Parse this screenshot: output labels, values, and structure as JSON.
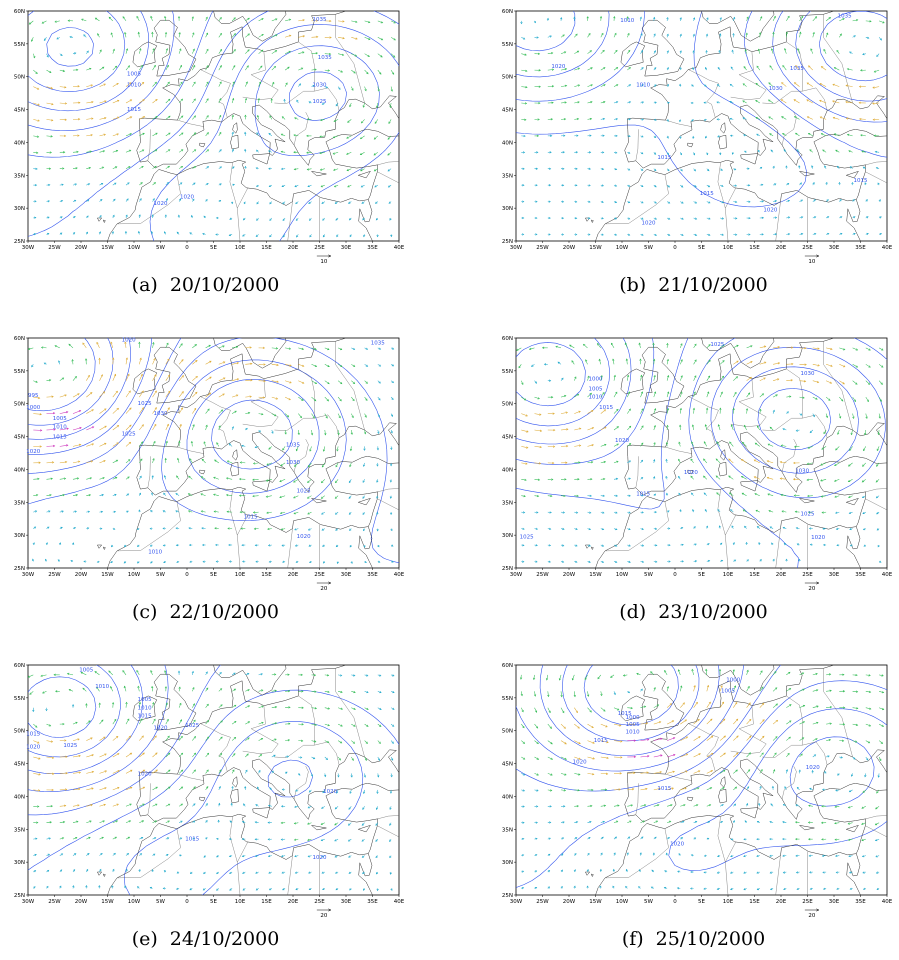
{
  "figure": {
    "panels": [
      {
        "letter": "(a)",
        "date": "20/10/2000",
        "ref_vector": "10",
        "isobars": [
          {
            "text": "1035"
          },
          {
            "text": "1005"
          },
          {
            "text": "1010"
          },
          {
            "text": "1015"
          },
          {
            "text": "1035"
          },
          {
            "text": "1030"
          },
          {
            "text": "1025"
          },
          {
            "text": "1020"
          },
          {
            "text": "1020"
          }
        ]
      },
      {
        "letter": "(b)",
        "date": "21/10/2000",
        "ref_vector": "10",
        "isobars": [
          {
            "text": "1035"
          },
          {
            "text": "1010"
          },
          {
            "text": "1020"
          },
          {
            "text": "1010"
          },
          {
            "text": "1035"
          },
          {
            "text": "1030"
          },
          {
            "text": "1015"
          },
          {
            "text": "1015"
          },
          {
            "text": "1020"
          },
          {
            "text": "1020"
          },
          {
            "text": "1015"
          }
        ]
      },
      {
        "letter": "(c)",
        "date": "22/10/2000",
        "ref_vector": "20",
        "isobars": [
          {
            "text": "1020"
          },
          {
            "text": "1035"
          },
          {
            "text": "995"
          },
          {
            "text": "1000"
          },
          {
            "text": "1005"
          },
          {
            "text": "1010"
          },
          {
            "text": "1015"
          },
          {
            "text": "1020"
          },
          {
            "text": "1025"
          },
          {
            "text": "1025"
          },
          {
            "text": "1030"
          },
          {
            "text": "1035"
          },
          {
            "text": "1030"
          },
          {
            "text": "1025"
          },
          {
            "text": "1015"
          },
          {
            "text": "1020"
          },
          {
            "text": "1010"
          }
        ]
      },
      {
        "letter": "(d)",
        "date": "23/10/2000",
        "ref_vector": "20",
        "isobars": [
          {
            "text": "1025"
          },
          {
            "text": "1000"
          },
          {
            "text": "1005"
          },
          {
            "text": "1010"
          },
          {
            "text": "1015"
          },
          {
            "text": "1020"
          },
          {
            "text": "1030"
          },
          {
            "text": "1020"
          },
          {
            "text": "1015"
          },
          {
            "text": "1030"
          },
          {
            "text": "1025"
          },
          {
            "text": "1020"
          },
          {
            "text": "1025"
          }
        ]
      },
      {
        "letter": "(e)",
        "date": "24/10/2000",
        "ref_vector": "20",
        "isobars": [
          {
            "text": "1005"
          },
          {
            "text": "1010"
          },
          {
            "text": "1005"
          },
          {
            "text": "1010"
          },
          {
            "text": "1015"
          },
          {
            "text": "1020"
          },
          {
            "text": "1015"
          },
          {
            "text": "1020"
          },
          {
            "text": "1025"
          },
          {
            "text": "1025"
          },
          {
            "text": "1020"
          },
          {
            "text": "1020"
          },
          {
            "text": "1015"
          },
          {
            "text": "1020"
          }
        ]
      },
      {
        "letter": "(f)",
        "date": "25/10/2000",
        "ref_vector": "20",
        "isobars": [
          {
            "text": "1000"
          },
          {
            "text": "1005"
          },
          {
            "text": "1015"
          },
          {
            "text": "1000"
          },
          {
            "text": "1005"
          },
          {
            "text": "1010"
          },
          {
            "text": "1015"
          },
          {
            "text": "1020"
          },
          {
            "text": "1015"
          },
          {
            "text": "1020"
          },
          {
            "text": "1020"
          },
          {
            "text": "1015"
          }
        ]
      }
    ],
    "x_ticks": [
      "30W",
      "25W",
      "20W",
      "15W",
      "10W",
      "5W",
      "0",
      "5E",
      "10E",
      "15E",
      "20E",
      "25E",
      "30E",
      "35E",
      "40E"
    ],
    "y_ticks": [
      "60N",
      "55N",
      "50N",
      "45N",
      "40N",
      "35N",
      "30N",
      "25N"
    ],
    "colors": {
      "isobar": "#3355ee",
      "coast": "#333333",
      "vector_weak": "#22aacc",
      "vector_mid": "#33bb55",
      "vector_strong": "#ddaa33",
      "vector_jet": "#cc33bb"
    }
  }
}
